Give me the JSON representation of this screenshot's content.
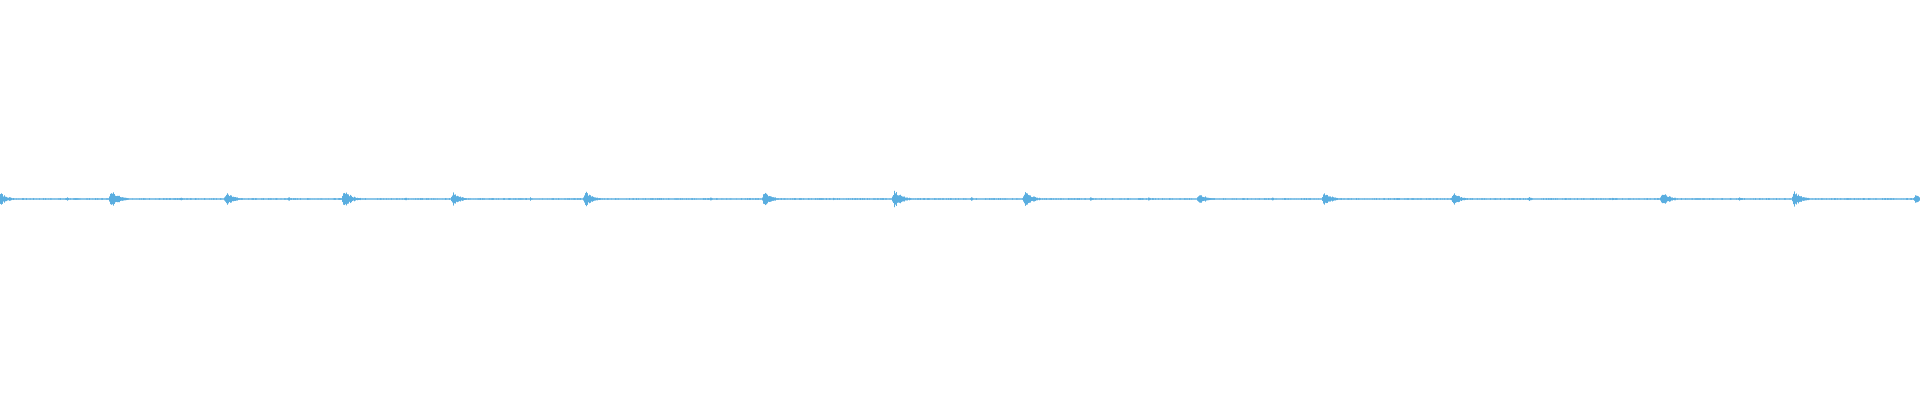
{
  "waveform": {
    "wave_color": "#5aaee0",
    "background_color": "#ffffff",
    "transients": [
      {
        "t": 0.0,
        "amp": 0.55
      },
      {
        "t": 0.058,
        "amp": 0.8
      },
      {
        "t": 0.118,
        "amp": 0.62
      },
      {
        "t": 0.179,
        "amp": 0.78
      },
      {
        "t": 0.236,
        "amp": 0.55
      },
      {
        "t": 0.305,
        "amp": 0.7
      },
      {
        "t": 0.398,
        "amp": 0.62
      },
      {
        "t": 0.466,
        "amp": 0.82
      },
      {
        "t": 0.534,
        "amp": 0.7
      },
      {
        "t": 0.625,
        "amp": 0.5
      },
      {
        "t": 0.69,
        "amp": 0.62
      },
      {
        "t": 0.757,
        "amp": 0.55
      },
      {
        "t": 0.866,
        "amp": 0.62
      },
      {
        "t": 0.935,
        "amp": 0.66
      },
      {
        "t": 0.998,
        "amp": 0.4
      }
    ],
    "small_bursts": [
      {
        "t": 0.035,
        "amp": 0.18
      },
      {
        "t": 0.094,
        "amp": 0.15
      },
      {
        "t": 0.15,
        "amp": 0.2
      },
      {
        "t": 0.211,
        "amp": 0.15
      },
      {
        "t": 0.276,
        "amp": 0.15
      },
      {
        "t": 0.34,
        "amp": 0.12
      },
      {
        "t": 0.37,
        "amp": 0.15
      },
      {
        "t": 0.434,
        "amp": 0.12
      },
      {
        "t": 0.506,
        "amp": 0.15
      },
      {
        "t": 0.568,
        "amp": 0.18
      },
      {
        "t": 0.598,
        "amp": 0.14
      },
      {
        "t": 0.663,
        "amp": 0.16
      },
      {
        "t": 0.728,
        "amp": 0.14
      },
      {
        "t": 0.797,
        "amp": 0.2
      },
      {
        "t": 0.84,
        "amp": 0.12
      },
      {
        "t": 0.906,
        "amp": 0.18
      },
      {
        "t": 0.971,
        "amp": 0.14
      }
    ]
  }
}
